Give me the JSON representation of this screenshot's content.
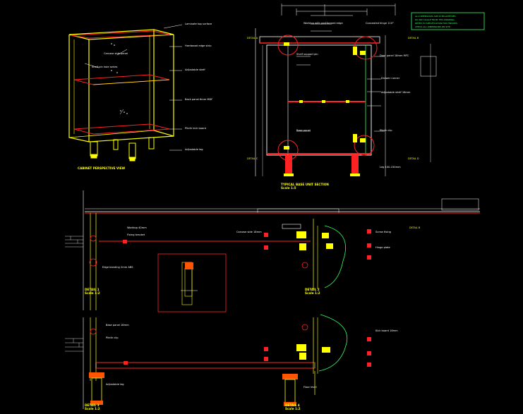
{
  "drawing": {
    "views": {
      "isometric": {
        "title": "CABINET PERSPECTIVE VIEW"
      },
      "front": {
        "title": "TYPICAL BASE UNIT SECTION",
        "scale": "Scale 1:5"
      },
      "detail_a": {
        "title": "DETAIL 1",
        "scale": "Scale 1:2"
      },
      "detail_b": {
        "title": "DETAIL 2",
        "scale": "Scale 1:2"
      },
      "detail_c": {
        "title": "DETAIL 3",
        "scale": "Scale 1:2"
      },
      "detail_d": {
        "title": "DETAIL 4",
        "scale": "Scale 1:2"
      },
      "detail_e": {
        "title": "DETAIL 5",
        "scale": "Scale 1:2"
      },
      "detail_f": {
        "title": "DETAIL 6",
        "scale": "Scale 1:2"
      }
    },
    "tags": [
      "DETAIL A",
      "DETAIL B",
      "DETAIL C",
      "DETAIL D"
    ],
    "legend_box": [
      "ALL DIMENSIONS ARE IN MILLIMETRES",
      "DO NOT SCALE FROM THIS DRAWING",
      "REFER TO SPECIFICATION FOR FINISHES",
      "CHECK ALL DIMENSIONS ON SITE"
    ],
    "callouts": {
      "iso": [
        "Laminate top surface",
        "Hardwood edge strip",
        "Carcase side panel",
        "Shelf pin hole series",
        "Adjustable shelf",
        "Back panel 6mm MDF",
        "Plinth kick board",
        "Adjustable leg"
      ],
      "front": [
        "Worktop with postformed edge",
        "Concealed hinge 110°",
        "Shelf support pin",
        "Door panel 18mm MFC",
        "Drawer runner",
        "Adjustable shelf 18mm",
        "Base panel",
        "Plinth clip",
        "Leg 100-150mm"
      ],
      "detail_top": [
        "Worktop 40mm",
        "Fixing bracket",
        "Edge banding 2mm ABS",
        "Carcase side 18mm",
        "Screw fixing",
        "Hinge plate"
      ],
      "detail_bottom": [
        "Base panel 18mm",
        "Plinth clip",
        "Adjustable leg",
        "Kick board 16mm",
        "Floor level"
      ]
    }
  }
}
